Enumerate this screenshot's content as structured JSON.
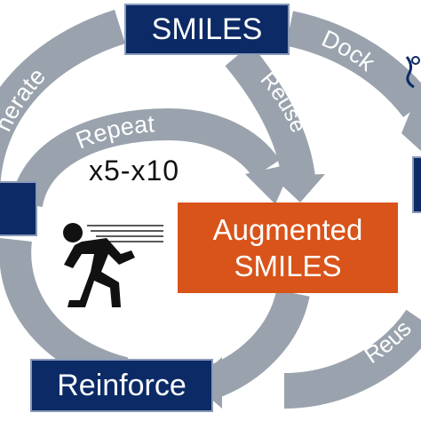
{
  "boxes": {
    "smiles": "SMILES",
    "reinforce": "Reinforce",
    "augmented_line1": "Augmented",
    "augmented_line2": "SMILES"
  },
  "arrow_labels": {
    "generate_partial": "nerate",
    "dock": "Dock",
    "reuse_top": "Reuse",
    "repeat": "Repeat",
    "reuse_bottom": "Reus"
  },
  "repeat_count": "x5-x10",
  "icons": {
    "runner": "running-person-icon",
    "dock": "dock-icon"
  },
  "colors": {
    "navy": "#0b2a66",
    "orange": "#d9541a",
    "arrow_gray": "#9aa3ad",
    "arrow_edge": "#7d8690"
  }
}
